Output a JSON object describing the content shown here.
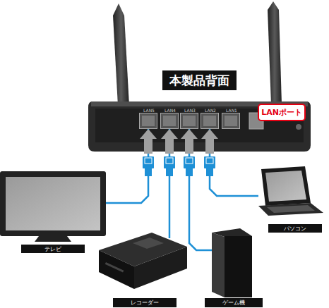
{
  "diagram": {
    "nodes": [
      {
        "text": [
          "本製品背面"
        ]
      },
      {
        "text": [
          "LAN5"
        ],
        "in": 0
      },
      {
        "text": [
          "LAN4"
        ],
        "in": 0
      },
      {
        "text": [
          "LAN3"
        ],
        "in": 0
      },
      {
        "text": [
          "LAN2"
        ],
        "in": 0
      },
      {
        "text": [
          "LAN1"
        ],
        "in": 0
      },
      {
        "text": [
          "LANポート"
        ],
        "in": 0
      },
      {
        "text": [
          "テレビ"
        ]
      },
      {
        "text": [
          "レコーダー"
        ]
      },
      {
        "text": [
          "ゲーム機"
        ]
      },
      {
        "text": [
          "パソコン"
        ]
      }
    ],
    "edges": [
      {
        "from": 7,
        "to": 1,
        "arrow": "to"
      },
      {
        "from": 8,
        "to": 2,
        "arrow": "to"
      },
      {
        "from": 9,
        "to": 3,
        "arrow": "to"
      },
      {
        "from": 10,
        "to": 4,
        "arrow": "to"
      }
    ]
  }
}
